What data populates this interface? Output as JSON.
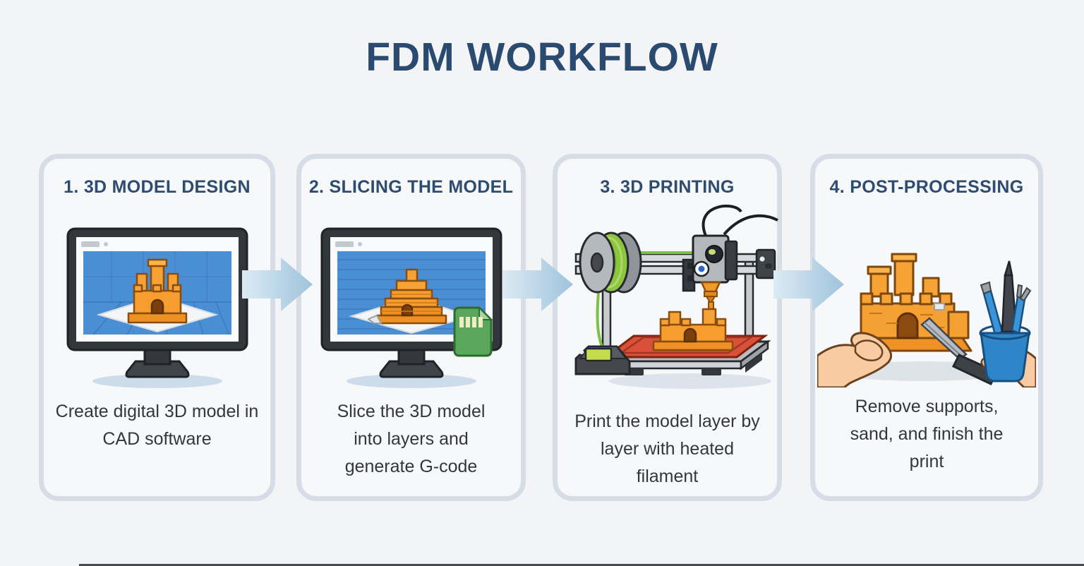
{
  "title": "FDM WORKFLOW",
  "steps": [
    {
      "heading": "1. 3D MODEL DESIGN",
      "description": "Create digital 3D model in CAD software",
      "illustration": "monitor-with-cad-castle-model"
    },
    {
      "heading": "2. SLICING THE MODEL",
      "description": "Slice the 3D model into layers and generate G-code",
      "illustration": "monitor-with-sliced-model-and-gcode-file"
    },
    {
      "heading": "3. 3D PRINTING",
      "description": "Print the model layer by layer with heated filament",
      "illustration": "fdm-printer-with-filament-spool-and-red-bed"
    },
    {
      "heading": "4. POST-PROCESSING",
      "description": "Remove supports, sand, and finish the print",
      "illustration": "hands-with-knife-finishing-print-and-tool-cup"
    }
  ],
  "colors": {
    "page_background": "#f3f4f6",
    "panel_background": "#f7f8fa",
    "panel_border": "#d6dde7",
    "title_text": "#2b4a6f",
    "heading_text": "#2d4c72",
    "body_text": "#33373c",
    "arrow_blue": "#a9cade",
    "model_orange": "#f59d2f",
    "viewport_blue": "#4a8fd3",
    "filament_green": "#8cc63e",
    "gcode_file_green": "#58a75b",
    "print_bed_red": "#d85138",
    "cup_blue": "#2e86c8"
  }
}
